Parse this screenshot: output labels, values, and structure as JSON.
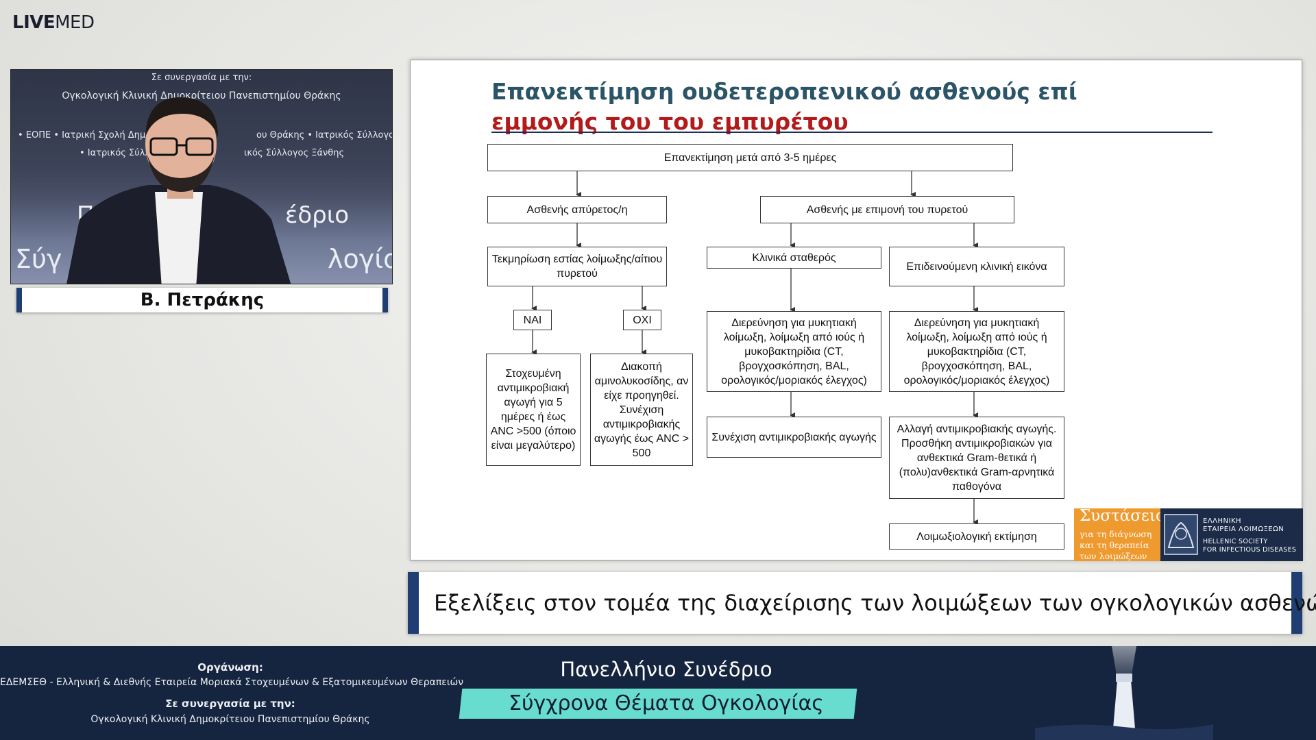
{
  "logo": {
    "bold": "LIVE",
    "rest": "MED"
  },
  "camera": {
    "lines": [
      "Σε συνεργασία με την:",
      "Ογκολογική Κλινική Δημοκρίτειου Πανεπιστημίου Θράκης",
      "• ΕΟΠΕ • Ιατρική Σχολή Δημοκριτε",
      "ου Θράκης • Ιατρικός Σύλλογος Τ",
      "• Ιατρικός Σύλλογ",
      "ικός Σύλλογος Ξάνθης"
    ],
    "big1": "Πα",
    "big1b": "έδριο",
    "big2": "Σύγ",
    "big2b": "λογίο"
  },
  "speaker": {
    "name": "Β. Πετράκης"
  },
  "slide": {
    "title_line1": "Επανεκτίμηση ουδετεροπενικού ασθενούς επί",
    "title_line2": "εμμονής του του εμπυρέτου",
    "flow": {
      "root": "Επανεκτίμηση μετά από 3-5 ημέρες",
      "afebrile": "Ασθενής απύρετος/η",
      "febrile": "Ασθενής με επιμονή του πυρετού",
      "documented": "Τεκμηρίωση εστίας λοίμωξης/αίτιου πυρετού",
      "yes": "ΝΑΙ",
      "no": "ΟΧΙ",
      "targeted": "Στοχευμένη αντιμικροβιακή αγωγή για 5 ημέρες ή έως ANC >500 (όποιο είναι μεγαλύτερο)",
      "stop": "Διακοπή αμινολυκοσίδης, αν είχε προηγηθεί. Συνέχιση αντιμικροβιακής αγωγής έως ANC > 500",
      "stable": "Κλινικά σταθερός",
      "worsening": "Επιδεινούμενη κλινική εικόνα",
      "investigate_stable": "Διερεύνηση για μυκητιακή λοίμωξη, λοίμωξη από ιούς ή μυκοβακτηρίδια (CT, βρογχοσκόπηση, BAL, ορολογικός/μοριακός έλεγχος)",
      "investigate_worse": "Διερεύνηση για μυκητιακή λοίμωξη, λοίμωξη από ιούς ή μυκοβακτηρίδια (CT, βρογχοσκόπηση, BAL, ορολογικός/μοριακός έλεγχος)",
      "continue": "Συνέχιση αντιμικροβιακής αγωγής",
      "change": "Αλλαγή αντιμικροβιακής αγωγής. Προσθήκη αντιμικροβιακών για ανθεκτικά Gram-θετικά ή (πολυ)ανθεκτικά Gram-αρνητικά παθογόνα",
      "id_consult": "Λοιμωξιολογική εκτίμηση"
    },
    "badge": {
      "title": "Συστάσεις",
      "lines": [
        "για τη διάγνωση",
        "και τη θεραπεία",
        "των λοιμώξεων"
      ]
    },
    "society": {
      "greek": [
        "ΕΛΛΗΝΙΚΗ",
        "ΕΤΑΙΡΕΙΑ ΛΟΙΜΩΞΕΩΝ"
      ],
      "english": [
        "HELLENIC SOCIETY",
        "FOR INFECTIOUS DISEASES"
      ]
    }
  },
  "subtitle": "Εξελίξεις στον τομέα της διαχείρισης των λοιμώξεων των ογκολογικών ασθενών",
  "footer": {
    "org_head": "Οργάνωση:",
    "org_text": "ΕΔΕΜΣΕΘ - Ελληνική & Διεθνής Εταιρεία Μοριακά Στοχευμένων & Εξατομικευμένων Θεραπειών",
    "collab_head": "Σε συνεργασία με την:",
    "collab_text": "Ογκολογική Κλινική Δημοκρίτειου Πανεπιστημίου Θράκης",
    "conf_line1": "Πανελλήνιο Συνέδριο",
    "conf_line2": "Σύγχρονα Θέματα Ογκολογίας"
  },
  "colors": {
    "navy": "#1f3e73",
    "footer": "#16253f",
    "teal": "#69dcd0",
    "title_teal": "#2b5566",
    "title_red": "#b31b1b",
    "badge_orange": "#ef9a2f"
  }
}
